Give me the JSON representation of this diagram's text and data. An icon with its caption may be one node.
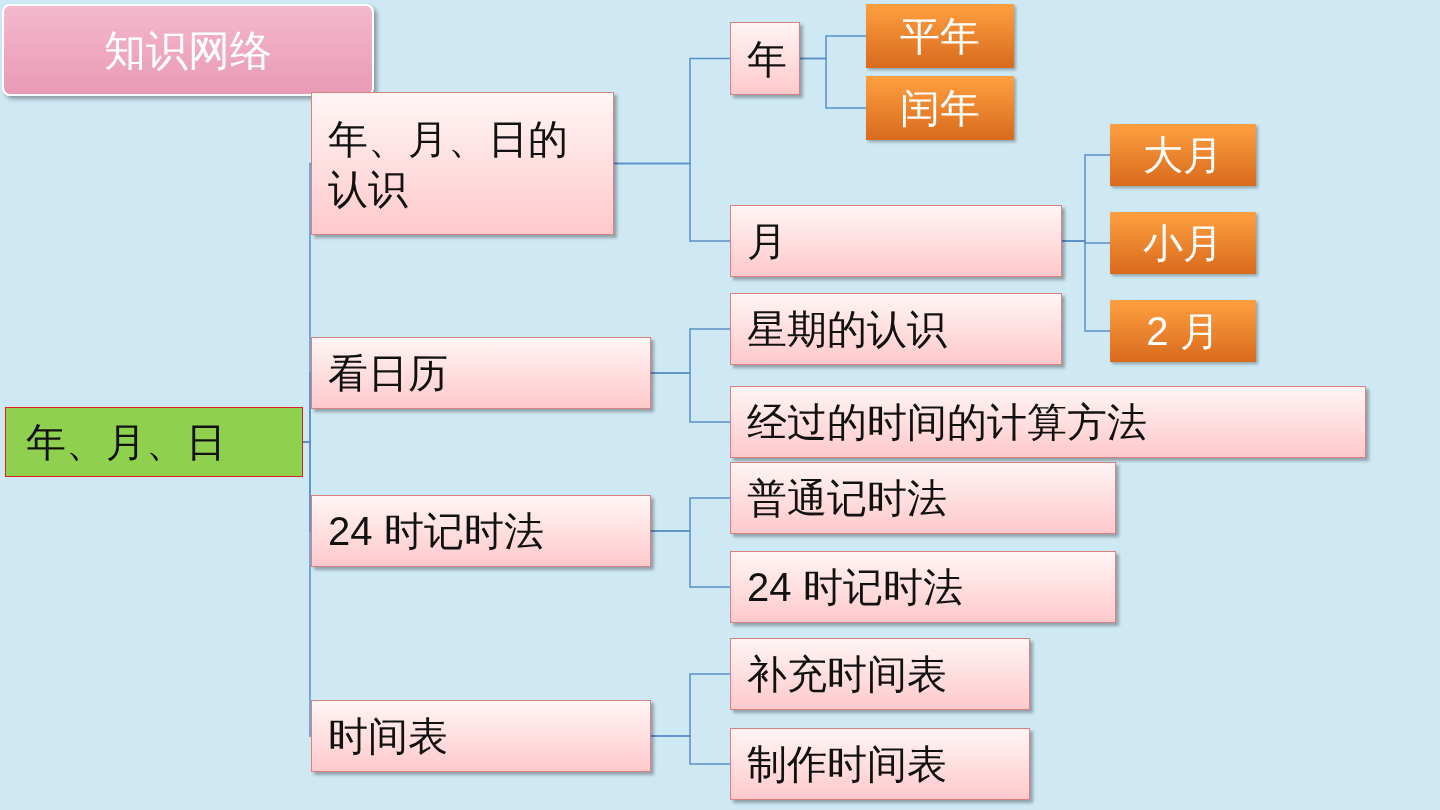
{
  "diagram": {
    "title": "知识网络",
    "nodes": [
      {
        "text": [
          "年、月、日"
        ]
      },
      {
        "text": [
          "年、月、日的认识"
        ]
      },
      {
        "text": [
          "年"
        ]
      },
      {
        "text": [
          "平年"
        ]
      },
      {
        "text": [
          "闰年"
        ]
      },
      {
        "text": [
          "月"
        ]
      },
      {
        "text": [
          "大月"
        ]
      },
      {
        "text": [
          "小月"
        ]
      },
      {
        "text": [
          "2 月"
        ]
      },
      {
        "text": [
          "看日历"
        ]
      },
      {
        "text": [
          "星期的认识"
        ]
      },
      {
        "text": [
          "经过的时间的计算方法"
        ]
      },
      {
        "text": [
          "24 时记时法"
        ]
      },
      {
        "text": [
          "普通记时法"
        ]
      },
      {
        "text": [
          "24 时记时法"
        ]
      },
      {
        "text": [
          "时间表"
        ]
      },
      {
        "text": [
          "补充时间表"
        ]
      },
      {
        "text": [
          "制作时间表"
        ]
      }
    ],
    "edges": [
      {
        "from": 0,
        "to": 1,
        "arrow": "none"
      },
      {
        "from": 0,
        "to": 9,
        "arrow": "none"
      },
      {
        "from": 0,
        "to": 12,
        "arrow": "none"
      },
      {
        "from": 0,
        "to": 15,
        "arrow": "none"
      },
      {
        "from": 1,
        "to": 2,
        "arrow": "none"
      },
      {
        "from": 1,
        "to": 5,
        "arrow": "none"
      },
      {
        "from": 2,
        "to": 3,
        "arrow": "none"
      },
      {
        "from": 2,
        "to": 4,
        "arrow": "none"
      },
      {
        "from": 5,
        "to": 6,
        "arrow": "none"
      },
      {
        "from": 5,
        "to": 7,
        "arrow": "none"
      },
      {
        "from": 5,
        "to": 8,
        "arrow": "none"
      },
      {
        "from": 9,
        "to": 10,
        "arrow": "none"
      },
      {
        "from": 9,
        "to": 11,
        "arrow": "none"
      },
      {
        "from": 12,
        "to": 13,
        "arrow": "none"
      },
      {
        "from": 12,
        "to": 14,
        "arrow": "none"
      },
      {
        "from": 15,
        "to": 16,
        "arrow": "none"
      },
      {
        "from": 15,
        "to": 17,
        "arrow": "none"
      }
    ]
  }
}
